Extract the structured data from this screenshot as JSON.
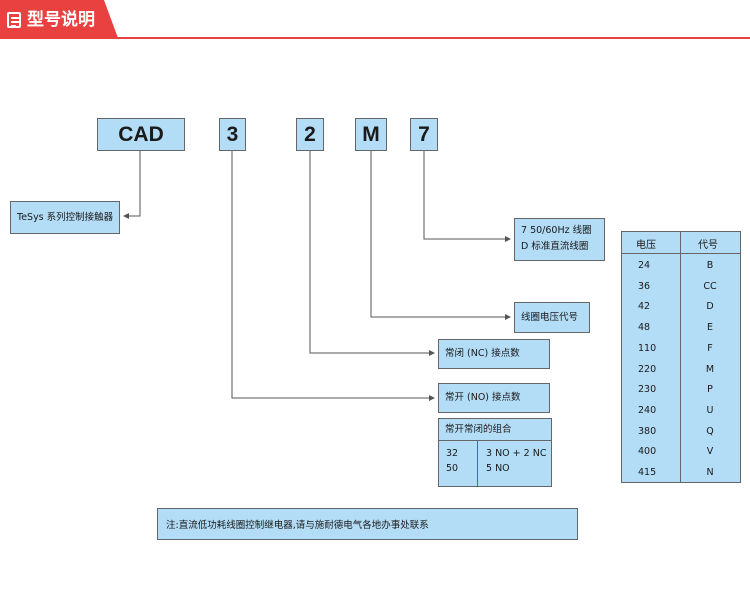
{
  "header": {
    "title": "型号说明"
  },
  "codes": [
    "CAD",
    "3",
    "2",
    "M",
    "7"
  ],
  "descriptions": {
    "series": "TeSys 系列控制接触器",
    "coil_line1": "7 50/60Hz 线圈",
    "coil_line2": "D 标准直流线圈",
    "coil_voltage": "线圈电压代号",
    "nc_contacts": "常闭 (NC) 接点数",
    "no_contacts": "常开 (NO) 接点数"
  },
  "combination": {
    "title": "常开常闭的组合",
    "rows": [
      [
        "32",
        "3 NO + 2 NC"
      ],
      [
        "50",
        "5 NO"
      ]
    ]
  },
  "voltage_table": {
    "headers": [
      "电压",
      "代号"
    ],
    "rows": [
      [
        "24",
        "B"
      ],
      [
        "36",
        "CC"
      ],
      [
        "42",
        "D"
      ],
      [
        "48",
        "E"
      ],
      [
        "110",
        "F"
      ],
      [
        "220",
        "M"
      ],
      [
        "230",
        "P"
      ],
      [
        "240",
        "U"
      ],
      [
        "380",
        "Q"
      ],
      [
        "400",
        "V"
      ],
      [
        "415",
        "N"
      ]
    ]
  },
  "note": "注:直流低功耗线圈控制继电器,请与施耐德电气各地办事处联系",
  "colors": {
    "accent": "#e8413f",
    "box_fill": "#b3dcf6",
    "line": "#555555"
  }
}
